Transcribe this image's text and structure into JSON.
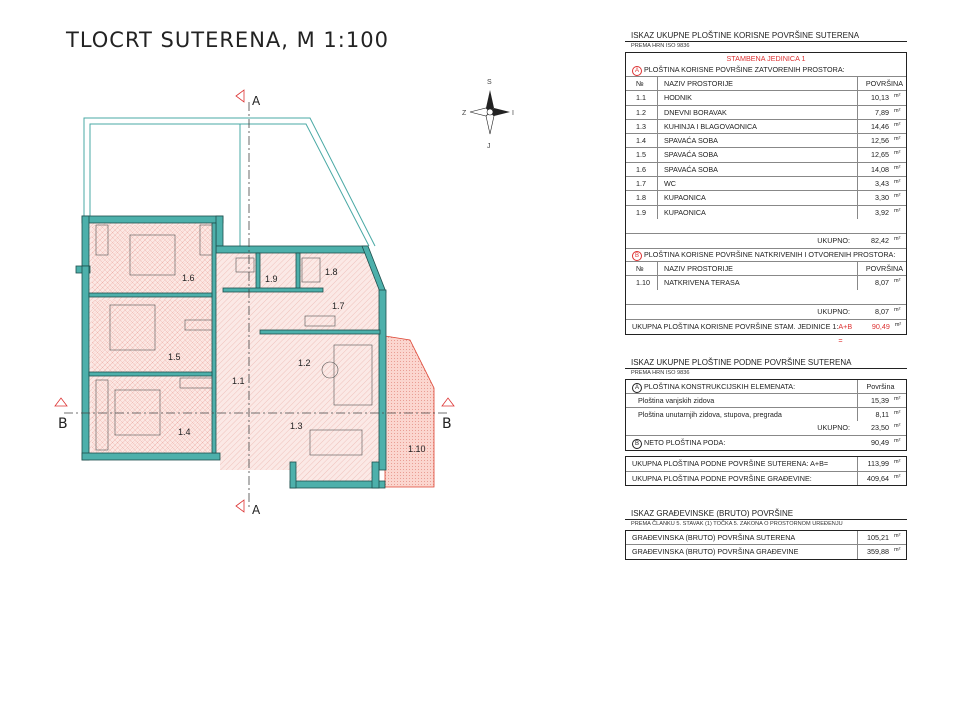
{
  "title": "TLOCRT SUTERENA, M 1:100",
  "compass": {
    "n": "S",
    "s": "J",
    "e": "I",
    "w": "Z"
  },
  "section_markers": {
    "a": "A",
    "b": "B"
  },
  "room_labels": [
    "1.6",
    "1.9",
    "1.8",
    "1.7",
    "1.5",
    "1.2",
    "1.1",
    "1.4",
    "1.3",
    "1.10"
  ],
  "table1": {
    "heading": "ISKAZ UKUPNE PLOŠTINE KORISNE POVRŠINE SUTERENA",
    "ref": "PREMA HRN ISO 9836",
    "unit_title": "STAMBENA JEDINICA 1",
    "part_a_mark": "A",
    "part_a_title": "PLOŠTINA KORISNE POVRŠINE ZATVORENIH PROSTORA:",
    "col_no": "№",
    "col_name": "NAZIV PROSTORIJE",
    "col_area": "POVRŠINA",
    "unit": "m²",
    "rooms": [
      {
        "no": "1.1",
        "name": "HODNIK",
        "area": "10,13"
      },
      {
        "no": "1.2",
        "name": "DNEVNI BORAVAK",
        "area": "7,89"
      },
      {
        "no": "1.3",
        "name": "KUHINJA I BLAGOVAONICA",
        "area": "14,46"
      },
      {
        "no": "1.4",
        "name": "SPAVAĆA SOBA",
        "area": "12,56"
      },
      {
        "no": "1.5",
        "name": "SPAVAĆA SOBA",
        "area": "12,65"
      },
      {
        "no": "1.6",
        "name": "SPAVAĆA SOBA",
        "area": "14,08"
      },
      {
        "no": "1.7",
        "name": "WC",
        "area": "3,43"
      },
      {
        "no": "1.8",
        "name": "KUPAONICA",
        "area": "3,30"
      },
      {
        "no": "1.9",
        "name": "KUPAONICA",
        "area": "3,92"
      }
    ],
    "total_a_label": "UKUPNO:",
    "total_a": "82,42",
    "part_b_mark": "B",
    "part_b_title": "PLOŠTINA KORISNE POVRŠINE NATKRIVENIH I OTVORENIH PROSTORA:",
    "rooms_b": [
      {
        "no": "1.10",
        "name": "NATKRIVENA TERASA",
        "area": "8,07"
      }
    ],
    "total_b_label": "UKUPNO:",
    "total_b": "8,07",
    "grand_label": "UKUPNA PLOŠTINA KORISNE POVRŠINE STAM. JEDINICE 1:",
    "grand_formula": "A+B =",
    "grand_total": "90,49"
  },
  "table2": {
    "heading": "ISKAZ UKUPNE PLOŠTINE PODNE POVRŠINE SUTERENA",
    "ref": "PREMA HRN ISO 9836",
    "part_a_mark": "A",
    "part_a_title": "PLOŠTINA KONSTRUKCIJSKIH ELEMENATA:",
    "col_area": "Površina",
    "items": [
      {
        "name": "Ploština vanjskih zidova",
        "area": "15,39"
      },
      {
        "name": "Ploština unutarnjih zidova, stupova, pregrada",
        "area": "8,11"
      }
    ],
    "total_label": "UKUPNO:",
    "total": "23,50",
    "part_b_mark": "B",
    "part_b_title": "NETO PLOŠTINA PODA:",
    "neto": "90,49",
    "sum_rows": [
      {
        "label": "UKUPNA PLOŠTINA PODNE POVRŠINE SUTERENA: A+B=",
        "value": "113,99"
      },
      {
        "label": "UKUPNA PLOŠTINA PODNE POVRŠINE GRAĐEVINE:",
        "value": "409,64"
      }
    ],
    "unit": "m²"
  },
  "table3": {
    "heading": "ISKAZ GRAĐEVINSKE (BRUTO) POVRŠINE",
    "ref": "PREMA ČLANKU 5. STAVAK (1) TOČKA 5. ZAKONA O PROSTORNOM UREĐENJU",
    "rows": [
      {
        "label": "GRAĐEVINSKA (BRUTO) POVRŠINA SUTERENA",
        "value": "105,21"
      },
      {
        "label": "GRAĐEVINSKA (BRUTO) POVRŠINA GRAĐEVINE",
        "value": "359,88"
      }
    ],
    "unit": "m²"
  }
}
